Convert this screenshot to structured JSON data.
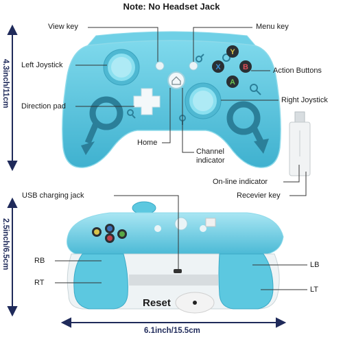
{
  "title": "Note: No Headset Jack",
  "labels": {
    "view_key": "View key",
    "menu_key": "Menu key",
    "left_joystick": "Left Joystick",
    "action_buttons": "Action Buttons",
    "right_joystick": "Right Joystick",
    "direction_pad": "Direction pad",
    "home": "Home",
    "channel_indicator_1": "Channel",
    "channel_indicator_2": "indicator",
    "online_indicator": "On-line indicator",
    "receiver_key": "Recevier key",
    "usb_charging_jack": "USB charging jack",
    "rb": "RB",
    "rt": "RT",
    "lb": "LB",
    "lt": "LT",
    "reset": "Reset"
  },
  "dimensions": {
    "height_front": "4.3inch/11cm",
    "height_back": "2.5inch/6.5cm",
    "width": "6.1inch/15.5cm"
  },
  "buttons": {
    "y": "Y",
    "x": "X",
    "b": "B",
    "a": "A"
  },
  "colors": {
    "body": "#5cc8e0",
    "body_dark": "#3aa9c6",
    "line": "#2b8aa8",
    "dim": "#1f2a5a",
    "y": "#d8c34a",
    "x": "#3b6fb8",
    "b": "#c0404a",
    "a": "#59a845"
  }
}
